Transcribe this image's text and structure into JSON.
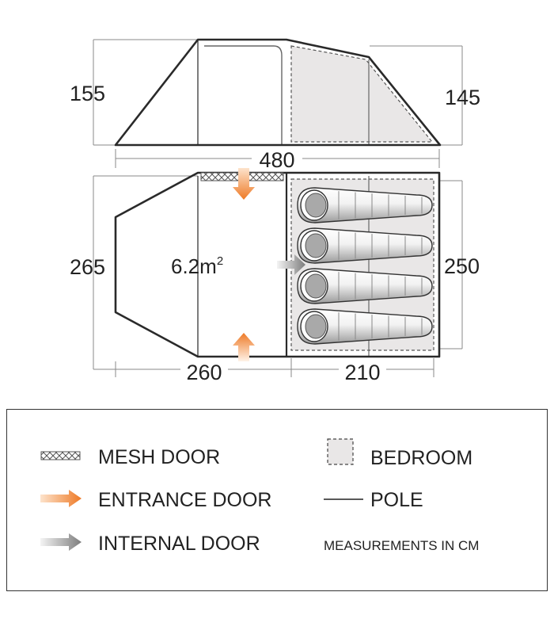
{
  "diagram": {
    "side_view": {
      "left_height": "155",
      "right_height": "145"
    },
    "plan_view": {
      "overall_length": "480",
      "left_width": "265",
      "right_width": "250",
      "living_length": "260",
      "bedroom_length": "210",
      "living_area": "6.2m",
      "living_area_superscript": "2",
      "sleeping_bags": 4
    }
  },
  "legend": {
    "mesh_door": "MESH DOOR",
    "entrance_door": "ENTRANCE DOOR",
    "internal_door": "INTERNAL DOOR",
    "bedroom": "BEDROOM",
    "pole": "POLE",
    "measurements_note": "MEASUREMENTS IN CM"
  },
  "colors": {
    "outline": "#2a2a2a",
    "bedroom_fill": "#e9e7e7",
    "entrance_arrow": "#f08a3c",
    "internal_arrow": "#8e8e8e",
    "dimension_line": "#8a8a8a"
  }
}
